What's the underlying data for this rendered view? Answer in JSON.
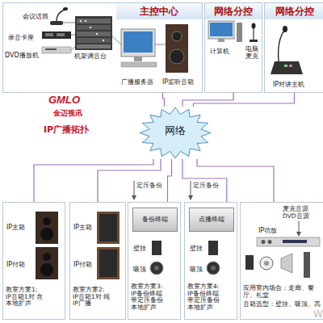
{
  "diagram": {
    "nodes": [
      {
        "text": [
          "主控中心",
          "会议话筒",
          "录音卡座",
          "DVD播放机",
          "机架调音台",
          "广播服务器",
          "IP监听音箱"
        ]
      },
      {
        "text": [
          "网络分控",
          "计算机",
          "电脑麦克"
        ]
      },
      {
        "text": [
          "网络分控",
          "IP对讲主机"
        ]
      },
      {
        "text": [
          "网络"
        ]
      },
      {
        "text": [
          "IP主箱",
          "IP付箱",
          "教室方案1: IP音箱1对 含本地扩声"
        ]
      },
      {
        "text": [
          "IP主箱",
          "IP付箱",
          "教室方案2: IP音箱1对 纯IP广播"
        ]
      },
      {
        "text": [
          "壁挂",
          "吸顶",
          "教室方案3: IP备份终端 带定压备份 本地扩声"
        ]
      },
      {
        "text": [
          "备份终端"
        ],
        "in": 6
      },
      {
        "text": [
          "壁挂",
          "吸顶",
          "教室方案4: IP备份终端 带定压备份 本地扩声"
        ]
      },
      {
        "text": [
          "点播终端"
        ],
        "in": 8
      },
      {
        "text": [
          "麦克音源 DVD音源",
          "IP功放",
          "应用室内场合：走廊、餐厅、礼堂",
          "音箱选型：壁挂、吸顶、高"
        ]
      }
    ],
    "edges": [
      {
        "from": 3,
        "to": 0,
        "arrow": "none"
      },
      {
        "from": 3,
        "to": 1,
        "arrow": "none"
      },
      {
        "from": 3,
        "to": 2,
        "arrow": "none"
      },
      {
        "from": 3,
        "to": 4,
        "arrow": "none"
      },
      {
        "from": 3,
        "to": 5,
        "arrow": "none"
      },
      {
        "from": 3,
        "to": 6,
        "arrow": "none"
      },
      {
        "from": 3,
        "to": 8,
        "arrow": "none"
      },
      {
        "from": 3,
        "to": 10,
        "arrow": "none"
      }
    ],
    "labels": [
      "定压备份",
      "定压备份",
      "GMLO",
      "金迈视讯",
      "IP广播拓扑",
      "W"
    ]
  }
}
